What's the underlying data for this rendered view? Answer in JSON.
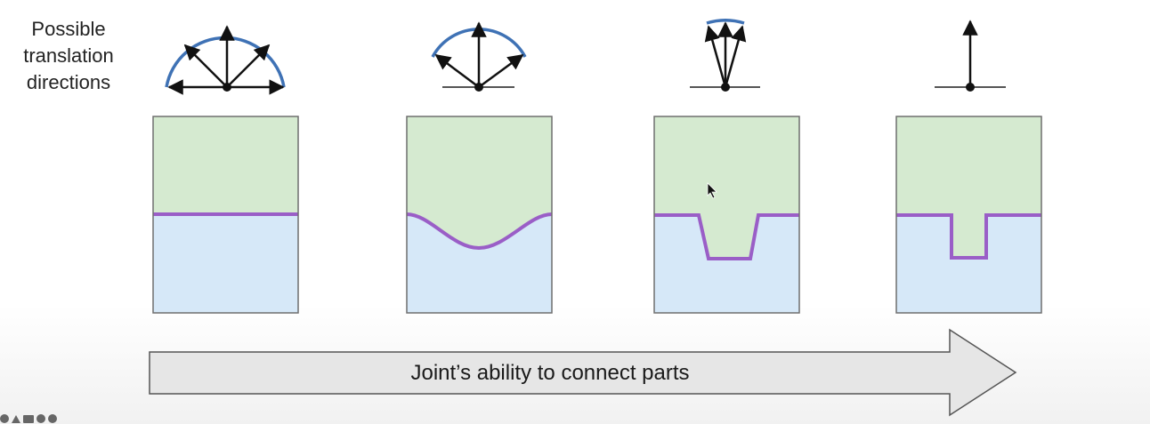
{
  "side_label": {
    "line1": "Possible",
    "line2": "translation",
    "line3": "directions"
  },
  "progress_label": "Joint’s ability to connect parts",
  "colors": {
    "upper_part": "#d5ead0",
    "lower_part": "#d6e8f8",
    "joint_line": "#9a5ec7",
    "direction_arc": "#3f72b5",
    "arrow": "#111111",
    "panel_border": "#6f6f6f",
    "progress_arrow_fill": "#e6e6e6"
  },
  "joints": [
    {
      "id": "flat",
      "profile": "flat",
      "direction_set": "full-half-circle"
    },
    {
      "id": "curved",
      "profile": "curved",
      "direction_set": "wide-cone"
    },
    {
      "id": "tapered-slot",
      "profile": "tapered-slot",
      "direction_set": "narrow-cone"
    },
    {
      "id": "straight-slot",
      "profile": "straight-slot",
      "direction_set": "single-direction"
    }
  ],
  "icons": {
    "cursor": "mouse-cursor-icon",
    "player_controls": [
      "player-prev-icon",
      "player-play-icon",
      "player-caption-icon",
      "player-settings-icon",
      "player-next-icon"
    ]
  }
}
